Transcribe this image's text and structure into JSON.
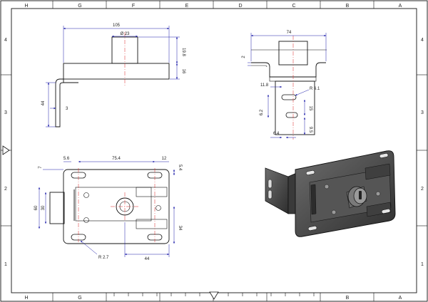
{
  "zones": {
    "columns": [
      "H",
      "G",
      "F",
      "E",
      "D",
      "C",
      "B",
      "A"
    ],
    "rows": [
      "4",
      "3",
      "2",
      "1"
    ]
  },
  "front_view": {
    "dims": [
      "105",
      "Ø 23",
      "19.8",
      "16",
      "44",
      "3"
    ]
  },
  "side_view": {
    "dims": [
      "74",
      "2",
      "11.8",
      "R 6.1",
      "6.2",
      "15",
      "6.4",
      "9.5"
    ]
  },
  "top_view": {
    "dims": [
      "7",
      "5.6",
      "75.4",
      "12",
      "5.4",
      "60",
      "30",
      "34",
      "44",
      "R 2.7"
    ]
  },
  "colors": {
    "dimension": "#1a1aa8",
    "centerline": "#d22222",
    "outline": "#111111"
  },
  "icons": [
    "fold-marker-left",
    "fold-marker-bottom"
  ]
}
